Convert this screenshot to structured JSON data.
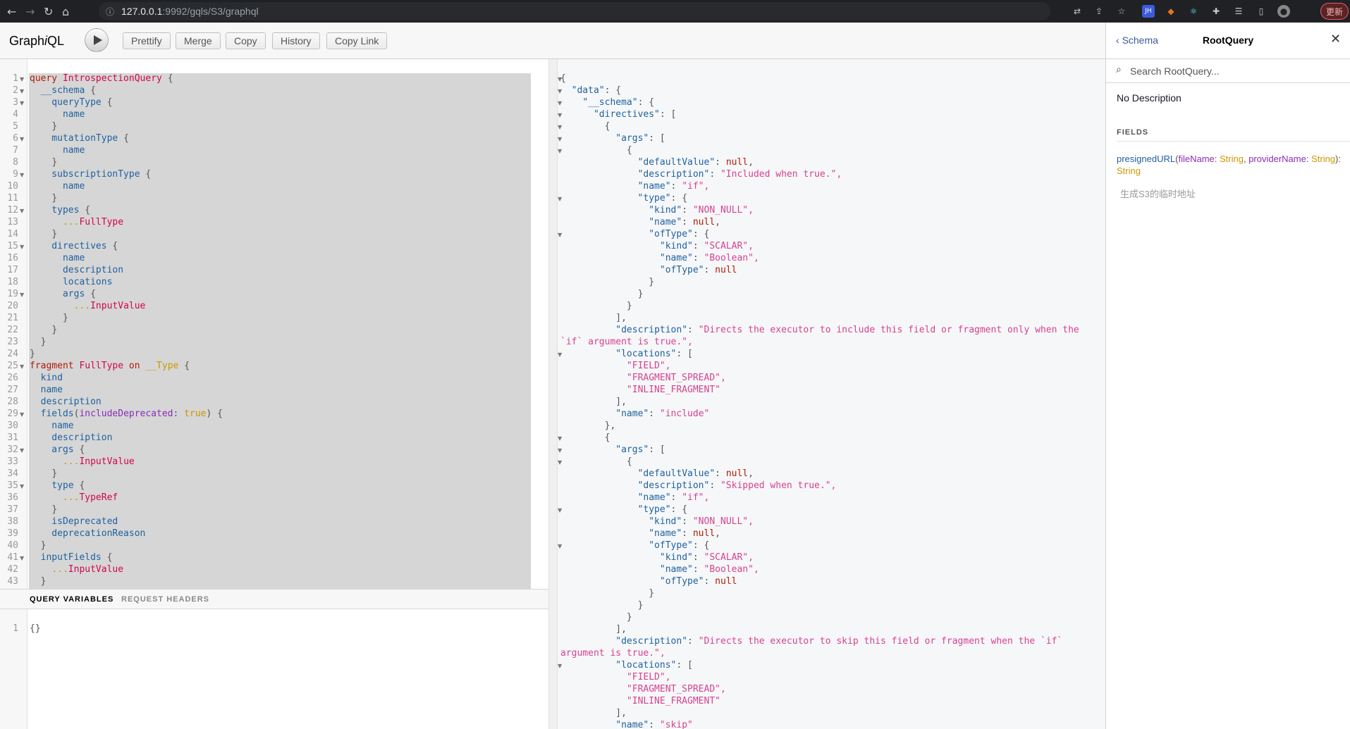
{
  "browser": {
    "url_host": "127.0.0.1",
    "url_rest": ":9992/gqls/S3/graphql",
    "update_label": "更新"
  },
  "toolbar": {
    "logo": "GraphiQL",
    "buttons": [
      "Prettify",
      "Merge",
      "Copy",
      "History",
      "Copy Link"
    ]
  },
  "editor": {
    "query_lines": [
      "query IntrospectionQuery {",
      "  __schema {",
      "    queryType {",
      "      name",
      "    }",
      "    mutationType {",
      "      name",
      "    }",
      "    subscriptionType {",
      "      name",
      "    }",
      "    types {",
      "      ...FullType",
      "    }",
      "    directives {",
      "      name",
      "      description",
      "      locations",
      "      args {",
      "        ...InputValue",
      "      }",
      "    }",
      "  }",
      "}",
      "fragment FullType on __Type {",
      "  kind",
      "  name",
      "  description",
      "  fields(includeDeprecated: true) {",
      "    name",
      "    description",
      "    args {",
      "      ...InputValue",
      "    }",
      "    type {",
      "      ...TypeRef",
      "    }",
      "    isDeprecated",
      "    deprecationReason",
      "  }",
      "  inputFields {",
      "    ...InputValue",
      "  }"
    ],
    "vars_tabs": [
      "QUERY VARIABLES",
      "REQUEST HEADERS"
    ],
    "vars_content": "{}",
    "vars_line_number": "1"
  },
  "result_lines": [
    "{",
    "  \"data\": {",
    "    \"__schema\": {",
    "      \"directives\": [",
    "        {",
    "          \"args\": [",
    "            {",
    "              \"defaultValue\": null,",
    "              \"description\": \"Included when true.\",",
    "              \"name\": \"if\",",
    "              \"type\": {",
    "                \"kind\": \"NON_NULL\",",
    "                \"name\": null,",
    "                \"ofType\": {",
    "                  \"kind\": \"SCALAR\",",
    "                  \"name\": \"Boolean\",",
    "                  \"ofType\": null",
    "                }",
    "              }",
    "            }",
    "          ],",
    "          \"description\": \"Directs the executor to include this field or fragment only when the",
    "`if` argument is true.\",",
    "          \"locations\": [",
    "            \"FIELD\",",
    "            \"FRAGMENT_SPREAD\",",
    "            \"INLINE_FRAGMENT\"",
    "          ],",
    "          \"name\": \"include\"",
    "        },",
    "        {",
    "          \"args\": [",
    "            {",
    "              \"defaultValue\": null,",
    "              \"description\": \"Skipped when true.\",",
    "              \"name\": \"if\",",
    "              \"type\": {",
    "                \"kind\": \"NON_NULL\",",
    "                \"name\": null,",
    "                \"ofType\": {",
    "                  \"kind\": \"SCALAR\",",
    "                  \"name\": \"Boolean\",",
    "                  \"ofType\": null",
    "                }",
    "              }",
    "            }",
    "          ],",
    "          \"description\": \"Directs the executor to skip this field or fragment when the `if`",
    "argument is true.\",",
    "          \"locations\": [",
    "            \"FIELD\",",
    "            \"FRAGMENT_SPREAD\",",
    "            \"INLINE_FRAGMENT\"",
    "          ],",
    "          \"name\": \"skip\""
  ],
  "docs": {
    "back_label": "Schema",
    "title": "RootQuery",
    "search_placeholder": "Search RootQuery...",
    "description": "No Description",
    "fields_heading": "FIELDS",
    "field": {
      "name": "presignedURL",
      "args": [
        {
          "name": "fileName",
          "type": "String"
        },
        {
          "name": "providerName",
          "type": "String"
        }
      ],
      "return_type": "String",
      "description": "生成S3的临时地址"
    }
  }
}
